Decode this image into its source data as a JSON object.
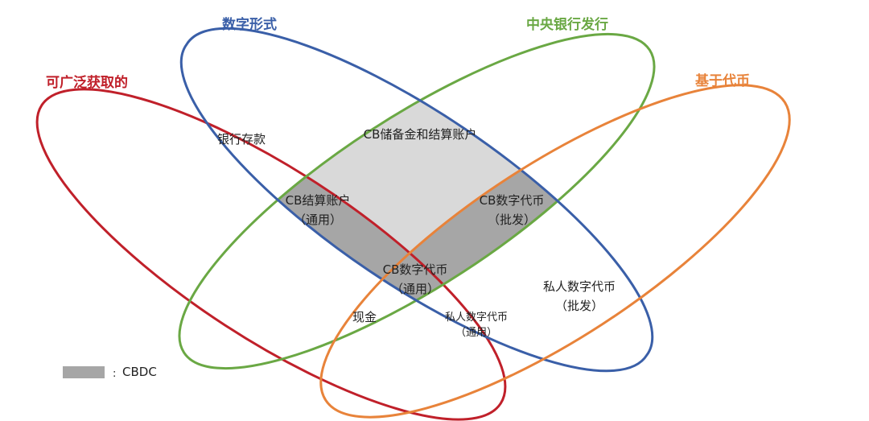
{
  "sets": {
    "digital": {
      "label": "数字形式",
      "color": "#3a5fa8"
    },
    "central_bank": {
      "label": "中央银行发行",
      "color": "#6aa844"
    },
    "universal": {
      "label": "可广泛获取的",
      "color": "#c0202a"
    },
    "token": {
      "label": "基于代币",
      "color": "#e8833a"
    }
  },
  "regions": {
    "bank_deposits": "银行存款",
    "cb_reserves": "CB储备金和结算账户",
    "cb_accounts_1": "CB结算账户",
    "cb_accounts_2": "（通用）",
    "cb_token_wholesale_1": "CB数字代币",
    "cb_token_wholesale_2": "（批发）",
    "cb_token_general_1": "CB数字代币",
    "cb_token_general_2": "（通用）",
    "private_token_wholesale_1": "私人数字代币",
    "private_token_wholesale_2": "（批发）",
    "cash": "现金",
    "private_token_general_1": "私人数字代币",
    "private_token_general_2": "（通用）"
  },
  "legend": {
    "separator": ":",
    "label": "CBDC",
    "color": "#a6a6a6"
  },
  "colors": {
    "light_grey": "#d9d9d9",
    "dark_grey": "#a6a6a6"
  }
}
